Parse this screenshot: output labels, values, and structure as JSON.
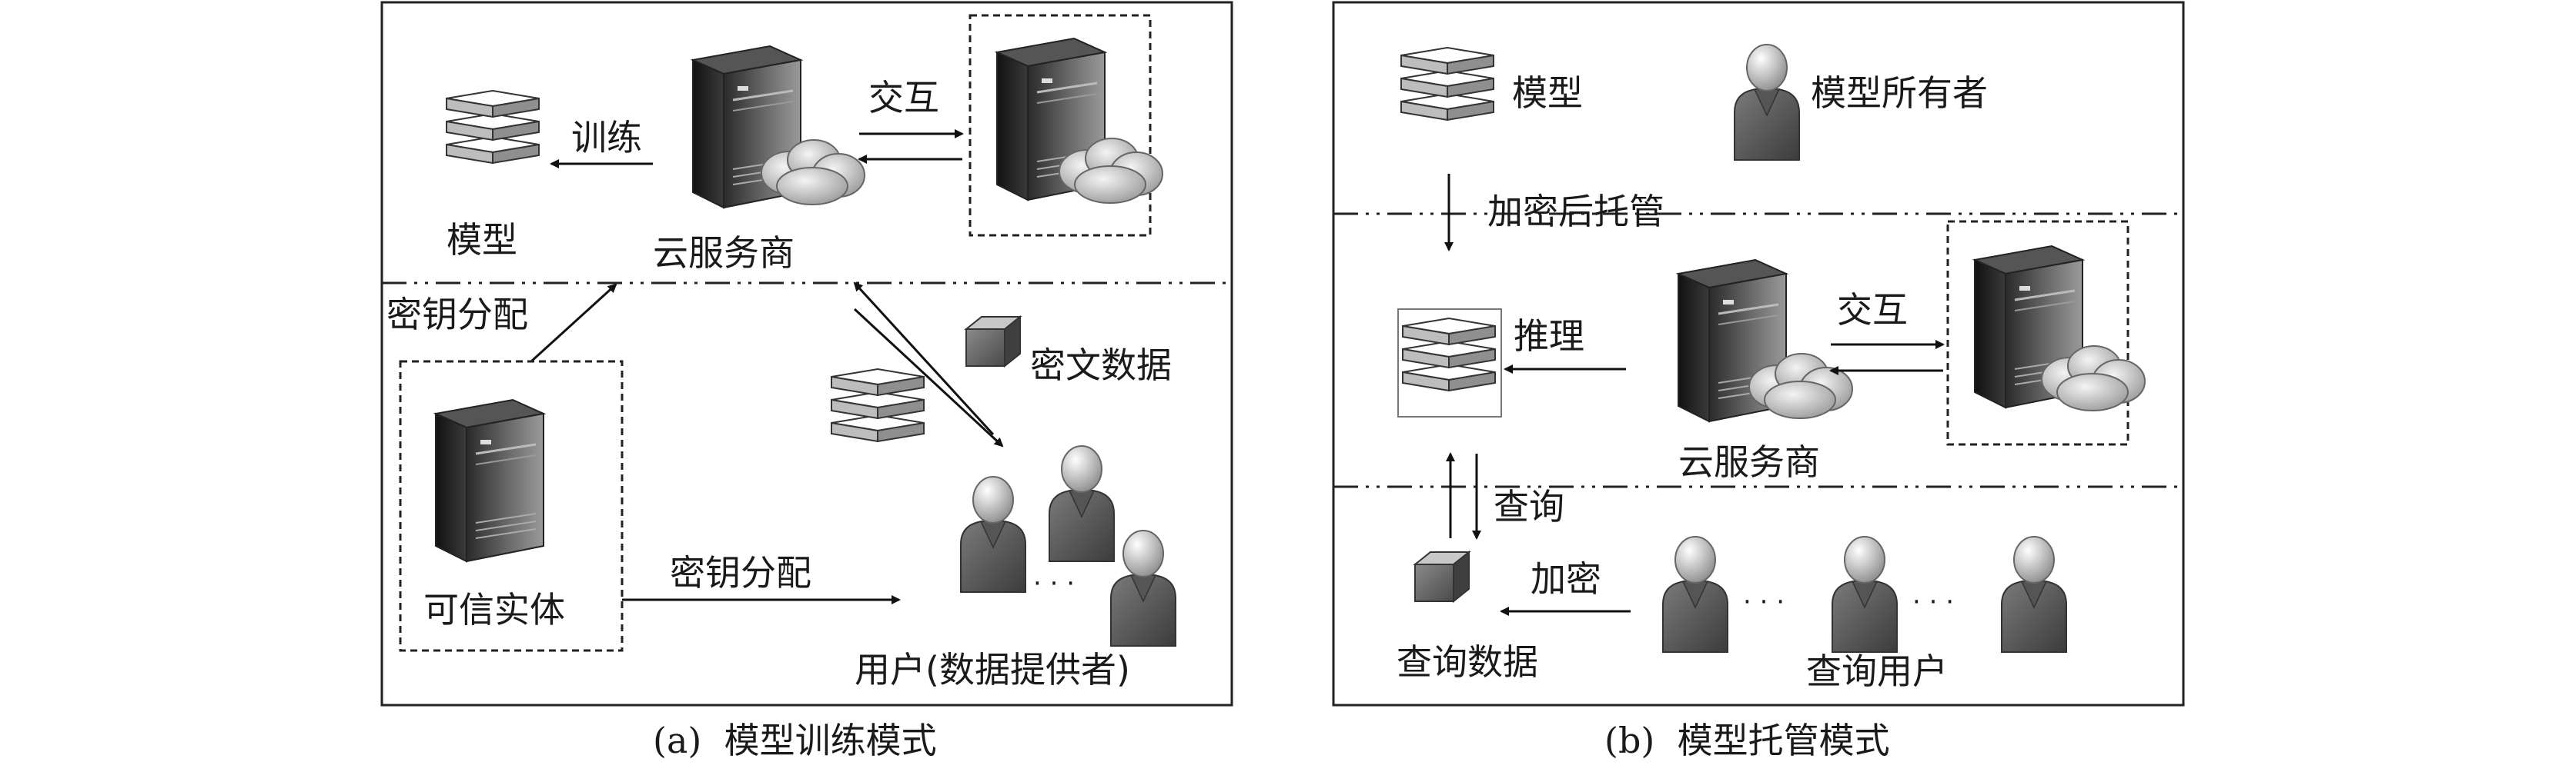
{
  "panel_a": {
    "labels": {
      "train": "训练",
      "model": "模型",
      "interact": "交互",
      "cloud_provider": "云服务商",
      "key_distribution_upper": "密钥分配",
      "ciphertext_data": "密文数据",
      "trusted_entity": "可信实体",
      "key_distribution_lower": "密钥分配",
      "user_dots": "· · ·",
      "users": "用户(数据提供者)"
    },
    "caption": {
      "tag": "(a)",
      "text": "模型训练模式"
    }
  },
  "panel_b": {
    "labels": {
      "model": "模型",
      "model_owner": "模型所有者",
      "encrypted_hosting": "加密后托管",
      "inference": "推理",
      "interact": "交互",
      "cloud_provider": "云服务商",
      "query": "查询",
      "encrypt": "加密",
      "query_data": "查询数据",
      "dots_1": "· · ·",
      "dots_2": "· · ·",
      "query_users": "查询用户"
    },
    "caption": {
      "tag": "(b)",
      "text": "模型托管模式"
    }
  }
}
